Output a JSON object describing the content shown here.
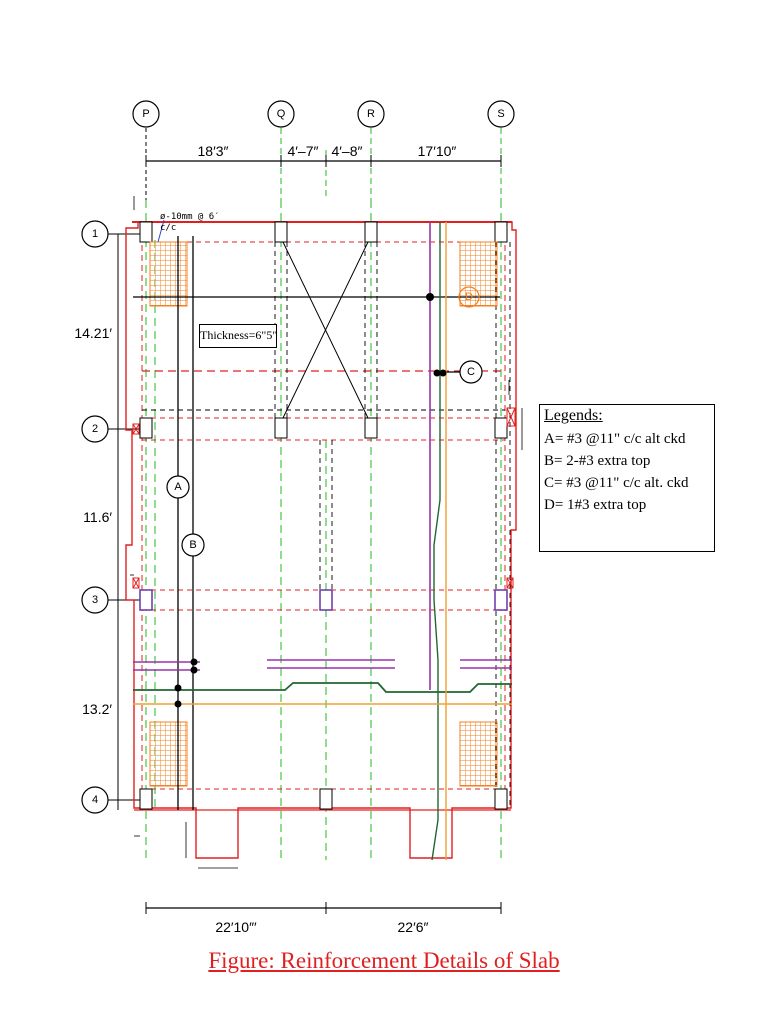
{
  "grid_columns": [
    {
      "id": "P"
    },
    {
      "id": "Q"
    },
    {
      "id": "R"
    },
    {
      "id": "S"
    }
  ],
  "grid_rows": [
    {
      "id": "1"
    },
    {
      "id": "2"
    },
    {
      "id": "3"
    },
    {
      "id": "4"
    }
  ],
  "top_dimensions": [
    "18′3″",
    "4′–7″",
    "4′–8″",
    "17′10″"
  ],
  "bottom_dimensions": [
    "22′10″′",
    "22′6″"
  ],
  "left_dimensions": [
    "14.21′",
    "11.6′",
    "13.2′"
  ],
  "rebar_tags": [
    "A",
    "B",
    "C",
    "D"
  ],
  "slab_note": {
    "line1": "ø-10mm @ 6′",
    "line2": "c/c"
  },
  "thickness_label": "Thickness=6\"5\"",
  "legend": {
    "title": "Legends:",
    "items": [
      "A= #3 @11\" c/c alt ckd",
      "B= 2-#3 extra top",
      "C= #3 @11\" c/c alt. ckd",
      "D= 1#3 extra top"
    ]
  },
  "caption": "Figure: Reinforcement Details of Slab",
  "colors": {
    "slab_outline": "#e02020",
    "grid_lines": "#22bb22",
    "top_bars": "#000000",
    "mesh": "#f08020",
    "extra_bars_purple": "#9933aa",
    "extra_bars_green": "#226633",
    "extra_bars_orange": "#f0a030",
    "caption": "#e02020"
  }
}
